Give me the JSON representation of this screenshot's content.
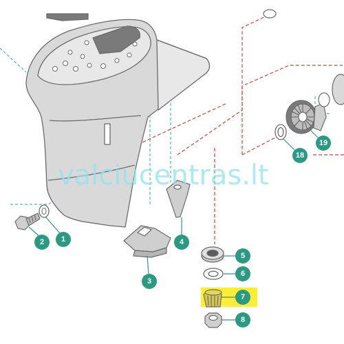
{
  "diagram": {
    "watermark": "valciucentras.lt",
    "colors": {
      "callout": "#2a9a82",
      "callout_text": "#ffffff",
      "outline": "#6b6b6b",
      "part_fill": "#d9d9d9",
      "dark_fill": "#7a7a7a",
      "red_dash": "#c8463e",
      "teal_dash": "#4cb9a8",
      "highlight": "#ffee33",
      "watermark": "#8fe3ef"
    },
    "callouts": [
      {
        "id": "c1",
        "label": "1"
      },
      {
        "id": "c2",
        "label": "2"
      },
      {
        "id": "c3",
        "label": "3"
      },
      {
        "id": "c4",
        "label": "4"
      },
      {
        "id": "c5",
        "label": "5"
      },
      {
        "id": "c6",
        "label": "6"
      },
      {
        "id": "c7",
        "label": "7",
        "highlighted": true
      },
      {
        "id": "c8",
        "label": "8"
      },
      {
        "id": "c18",
        "label": "18"
      },
      {
        "id": "c19",
        "label": "19"
      }
    ]
  }
}
